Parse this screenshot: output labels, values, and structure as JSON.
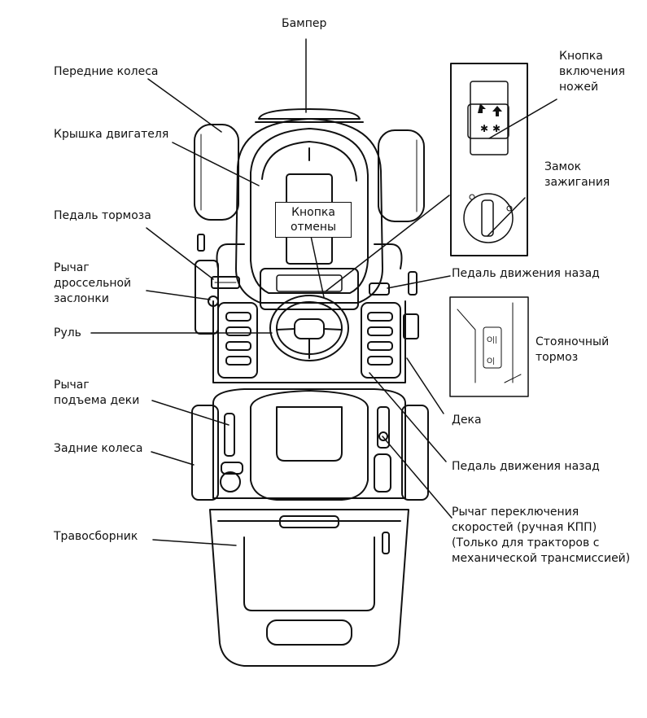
{
  "labels": {
    "bumper": "Бампер",
    "front_wheels": "Передние колеса",
    "engine_cover": "Крышка двигателя",
    "brake_pedal": "Педаль тормоза",
    "throttle_lever": [
      "Рычаг",
      "дроссельной",
      "заслонки"
    ],
    "steering_wheel": "Руль",
    "deck_lift_lever": [
      "Рычаг",
      "подъема деки"
    ],
    "rear_wheels": "Задние колеса",
    "grass_catcher": "Травосборник",
    "override_button": [
      "Кнопка",
      "отмены"
    ],
    "blade_button": [
      "Кнопка",
      "включения",
      "ножей"
    ],
    "ignition_lock": [
      "Замок",
      "зажигания"
    ],
    "reverse_pedal_top": "Педаль движения назад",
    "parking_brake": [
      "Стояночный",
      "тормоз"
    ],
    "deck": "Дека",
    "reverse_pedal_bottom": "Педаль движения назад",
    "gear_lever": [
      "Рычаг переключения",
      "скоростей (ручная КПП)",
      "(Только для тракторов с",
      "механической трансмиссией)"
    ]
  },
  "icons": {
    "blade_switch": "blade-engage-switch-icon",
    "ignition": "ignition-key-icon",
    "parking_brake": "parking-brake-lever-icon"
  }
}
